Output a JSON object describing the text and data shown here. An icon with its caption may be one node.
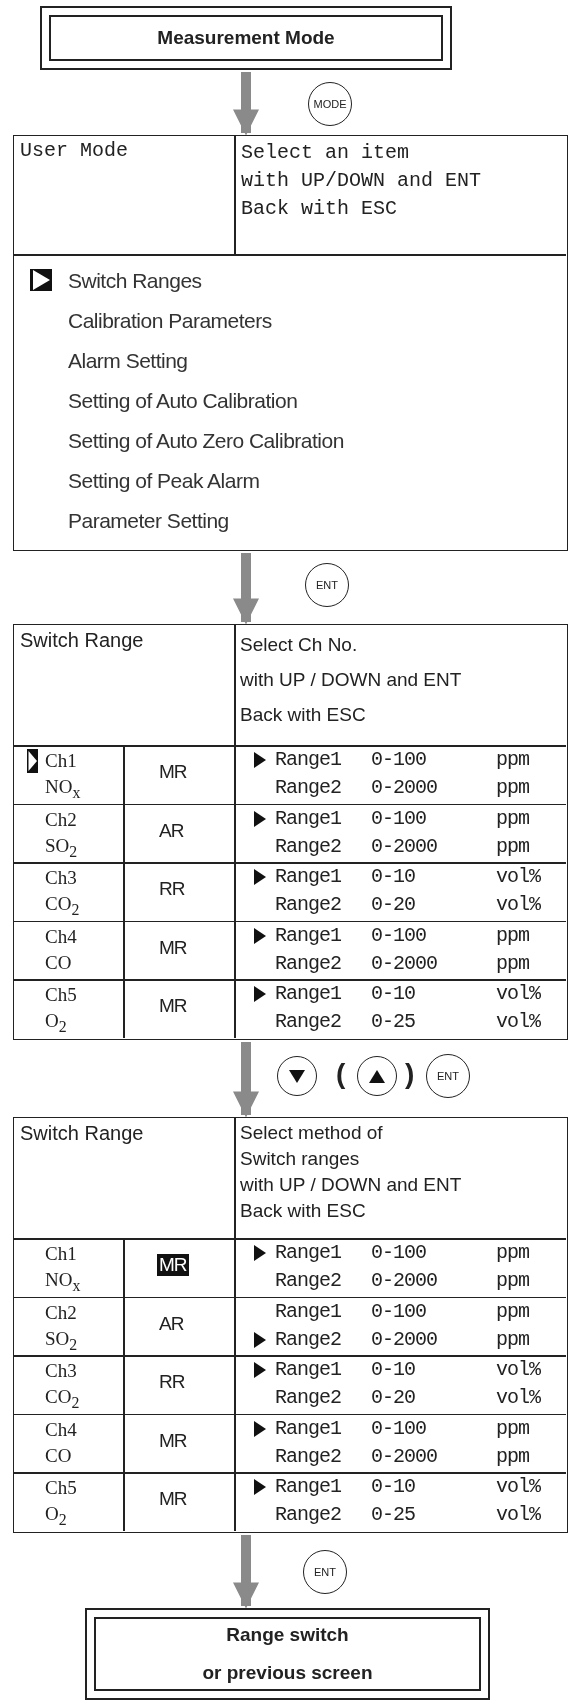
{
  "diagram": {
    "nodes": [
      {
        "text": [
          "Measurement Mode"
        ]
      },
      {
        "text": [
          "MODE"
        ]
      },
      {
        "text": [
          "User Mode",
          "Select an item with UP/DOWN and ENT Back with ESC",
          "Switch Ranges",
          "Calibration Parameters",
          "Alarm Setting",
          "Setting of Auto Calibration",
          "Setting of Auto Zero Calibration",
          "Setting of Peak Alarm",
          "Parameter Setting"
        ]
      },
      {
        "text": [
          "ENT"
        ]
      },
      {
        "text": [
          "Switch Range",
          "Select Ch No. with UP / DOWN and ENT Back with ESC",
          "Ch1 NO$_{x}$",
          "MR",
          "Range1",
          "0-100",
          "ppm",
          "Range2",
          "0-2000",
          "ppm",
          "Ch2 SO$_{2}$",
          "AR",
          "Range1",
          "0-100",
          "ppm",
          "Range2",
          "0-2000",
          "ppm",
          "Ch3 CO$_{2}$",
          "RR",
          "Range1",
          "0-10",
          "vol%",
          "Range2",
          "0-20",
          "vol%",
          "Ch4 CO",
          "MR",
          "Range1",
          "0-100",
          "ppm",
          "Range2",
          "0-2000",
          "ppm",
          "Ch5 O$_{2}$",
          "MR",
          "Range1",
          "0-10",
          "vol%",
          "Range2",
          "0-25",
          "vol%"
        ]
      },
      {
        "text": [],
        "shape": "circle"
      },
      {
        "text": [],
        "shape": "circle"
      },
      {
        "text": [
          "ENT"
        ]
      },
      {
        "text": [
          "Switch Range",
          "Select method of Switch ranges with UP / DOWN and ENT Back with ESC",
          "Ch1 NO$_{x}$",
          "MR",
          "Range1",
          "0-100",
          "ppm",
          "Range2",
          "0-2000",
          "ppm",
          "Ch2 SO$_{2}$",
          "AR",
          "Range1",
          "0-100",
          "ppm",
          "Range2",
          "0-2000",
          "ppm",
          "Ch3 CO$_{2}$",
          "RR",
          "Range1",
          "0-10",
          "vol%",
          "Range2",
          "0-20",
          "vol%",
          "Ch4 CO",
          "MR",
          "Range1",
          "0-100",
          "ppm",
          "Range2",
          "0-2000",
          "ppm",
          "Ch5 O$_{2}$",
          "MR",
          "Range1",
          "0-10",
          "vol%",
          "Range2",
          "0-25",
          "vol%"
        ]
      },
      {
        "text": [
          "ENT"
        ]
      },
      {
        "text": [
          "Range switch or previous screen"
        ]
      }
    ],
    "edges": [
      {
        "from": 0,
        "to": 2,
        "arrow": "to"
      },
      {
        "from": 2,
        "to": 4,
        "arrow": "to"
      },
      {
        "from": 4,
        "to": 8,
        "arrow": "to"
      },
      {
        "from": 8,
        "to": 10,
        "arrow": "to"
      }
    ],
    "labels": [
      "(",
      ")"
    ]
  }
}
